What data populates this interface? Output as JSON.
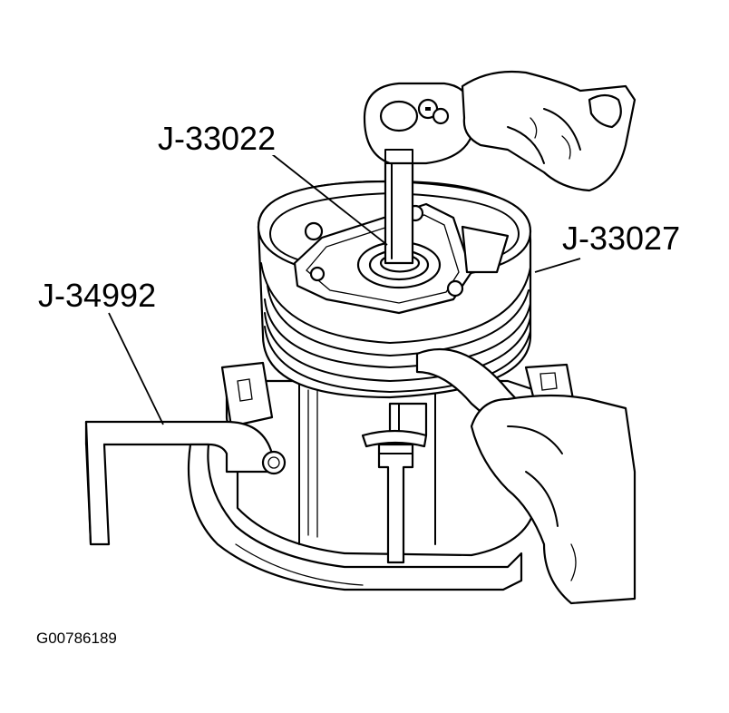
{
  "figure": {
    "identifier": "G00786189",
    "callouts": [
      {
        "id": "j33022",
        "text": "J-33022",
        "points_to": "center bolt / hub"
      },
      {
        "id": "j33027",
        "text": "J-33027",
        "points_to": "clutch plate holder"
      },
      {
        "id": "j34992",
        "text": "J-34992",
        "points_to": "holding fixture"
      }
    ]
  }
}
